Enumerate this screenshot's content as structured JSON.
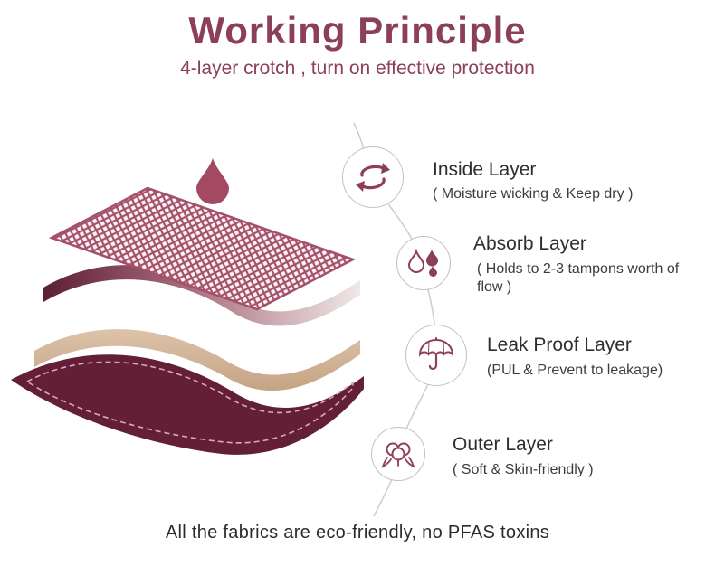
{
  "title": "Working Principle",
  "subtitle": "4-layer crotch , turn on effective protection",
  "footer": "All the fabrics are eco-friendly, no PFAS toxins",
  "colors": {
    "accent_maroon": "#8c3f58",
    "mesh_layer": "#a5506b",
    "absorb_gradient_dark": "#5c1f33",
    "absorb_gradient_light": "#efe9e6",
    "leakproof_beige": "#d8bca2",
    "outer_dark_maroon": "#621f35",
    "stitch_pink": "#dba8b6",
    "connector_gray": "#cccccc",
    "text_dark": "#2e2e2e"
  },
  "layers": [
    {
      "name": "Inside Layer",
      "desc": "( Moisture wicking & Keep dry )",
      "icon": "recycle-arrows-icon"
    },
    {
      "name": "Absorb Layer",
      "desc": "( Holds to 2-3 tampons worth of flow )",
      "icon": "water-drops-icon"
    },
    {
      "name": "Leak Proof Layer",
      "desc": "(PUL & Prevent to leakage)",
      "icon": "umbrella-icon"
    },
    {
      "name": "Outer Layer",
      "desc": "( Soft & Skin-friendly )",
      "icon": "cotton-icon"
    }
  ]
}
